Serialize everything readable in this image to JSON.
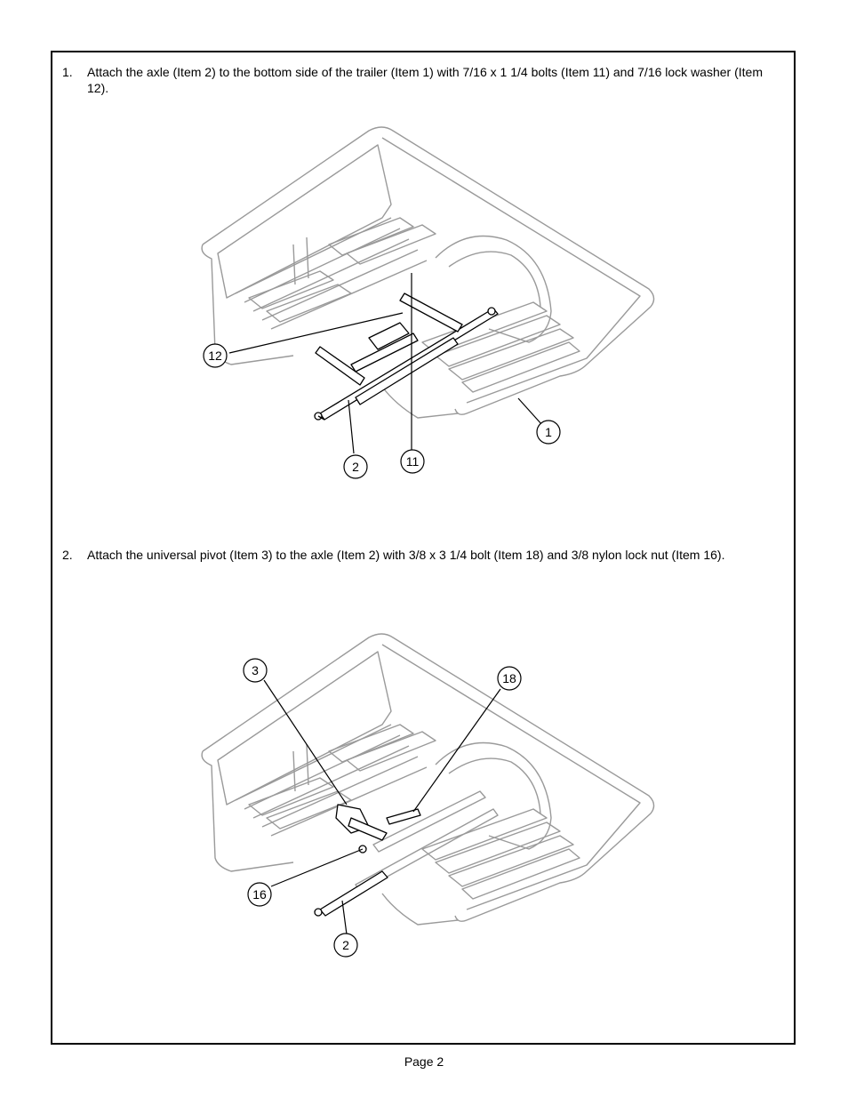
{
  "steps": [
    {
      "number": "1.",
      "text": "Attach the axle (Item 2) to the bottom side of the trailer (Item 1) with 7/16 x 1 1/4 bolts (Item 11) and 7/16 lock washer (Item 12)."
    },
    {
      "number": "2.",
      "text": "Attach the universal pivot (Item 3) to the axle (Item 2) with 3/8 x 3 1/4 bolt (Item 18) and 3/8 nylon lock nut (Item 16)."
    }
  ],
  "figure1": {
    "callouts": [
      "12",
      "11",
      "2",
      "1"
    ]
  },
  "figure2": {
    "callouts": [
      "3",
      "18",
      "16",
      "2"
    ]
  },
  "footer": {
    "page": "Page 2"
  }
}
